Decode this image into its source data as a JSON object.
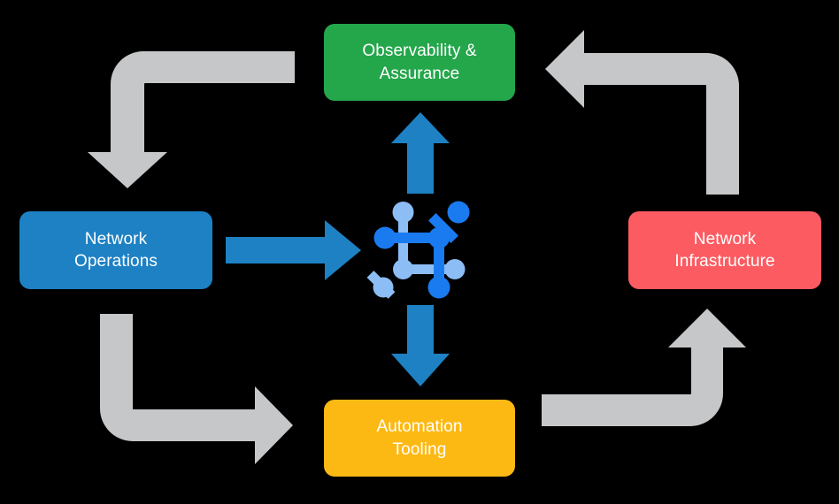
{
  "diagram": {
    "title": "Network operations lifecycle loop",
    "type": "cycle-diagram",
    "background_color": "#000000",
    "center_icon": {
      "name": "network-topology-icon",
      "light_color": "#8cbdf5",
      "dark_color": "#1a7bf0"
    },
    "nodes": [
      {
        "id": "observability",
        "label": "Observability &\nAssurance",
        "color": "#24a64b",
        "position": "top"
      },
      {
        "id": "network-operations",
        "label": "Network\nOperations",
        "color": "#1d81c4",
        "position": "left"
      },
      {
        "id": "network-infrastructure",
        "label": "Network\nInfrastructure",
        "color": "#fc5b61",
        "position": "right"
      },
      {
        "id": "automation-tooling",
        "label": "Automation\nTooling",
        "color": "#fdb913",
        "position": "bottom"
      }
    ],
    "connectors": [
      {
        "id": "netops-to-center",
        "from": "network-operations",
        "to": "center-icon",
        "direction": "right",
        "color": "#1d81c4",
        "style": "straight"
      },
      {
        "id": "center-to-observability",
        "from": "center-icon",
        "to": "observability",
        "direction": "up",
        "color": "#1d81c4",
        "style": "straight"
      },
      {
        "id": "center-to-automation",
        "from": "center-icon",
        "to": "automation-tooling",
        "direction": "down",
        "color": "#1d81c4",
        "style": "straight"
      },
      {
        "id": "observability-to-netops",
        "from": "observability",
        "to": "network-operations",
        "direction": "down",
        "color": "#c6c7c9",
        "style": "elbow"
      },
      {
        "id": "netops-to-automation",
        "from": "network-operations",
        "to": "automation-tooling",
        "direction": "right",
        "color": "#c6c7c9",
        "style": "elbow"
      },
      {
        "id": "automation-to-netinfra",
        "from": "automation-tooling",
        "to": "network-infrastructure",
        "direction": "up",
        "color": "#c6c7c9",
        "style": "elbow"
      },
      {
        "id": "netinfra-to-observability",
        "from": "network-infrastructure",
        "to": "observability",
        "direction": "left",
        "color": "#c6c7c9",
        "style": "elbow"
      }
    ]
  }
}
